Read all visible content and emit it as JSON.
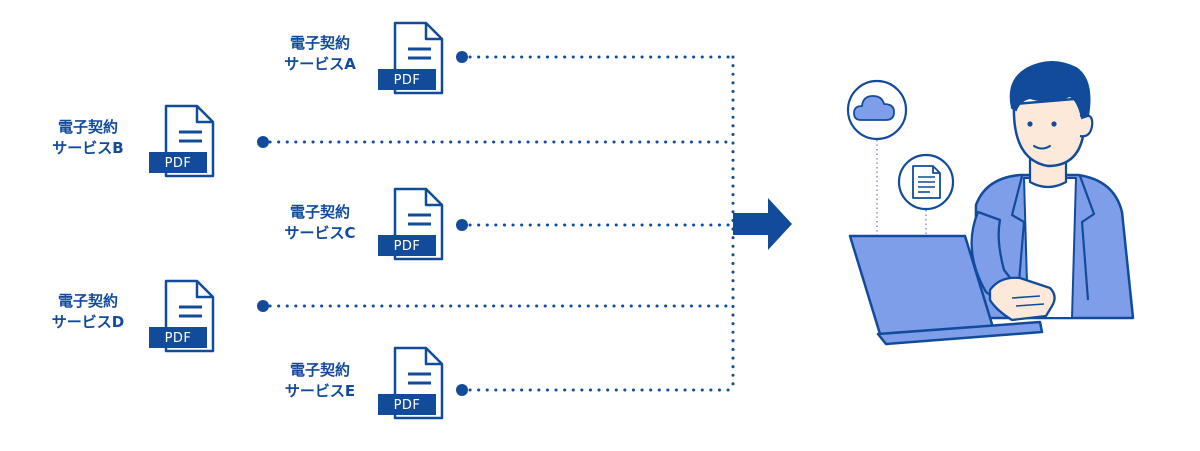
{
  "colors": {
    "primary": "#134b9b",
    "accent": "#6d8fe5",
    "skin": "#fde9d9",
    "white": "#ffffff"
  },
  "services": [
    {
      "label_line1": "電子契約",
      "label_line2": "サービスA",
      "badge": "PDF"
    },
    {
      "label_line1": "電子契約",
      "label_line2": "サービスB",
      "badge": "PDF"
    },
    {
      "label_line1": "電子契約",
      "label_line2": "サービスC",
      "badge": "PDF"
    },
    {
      "label_line1": "電子契約",
      "label_line2": "サービスD",
      "badge": "PDF"
    },
    {
      "label_line1": "電子契約",
      "label_line2": "サービスE",
      "badge": "PDF"
    }
  ],
  "icons": [
    "pdf-document-icon",
    "merge-arrow-icon",
    "cloud-icon",
    "document-icon",
    "person-with-laptop-illustration"
  ]
}
